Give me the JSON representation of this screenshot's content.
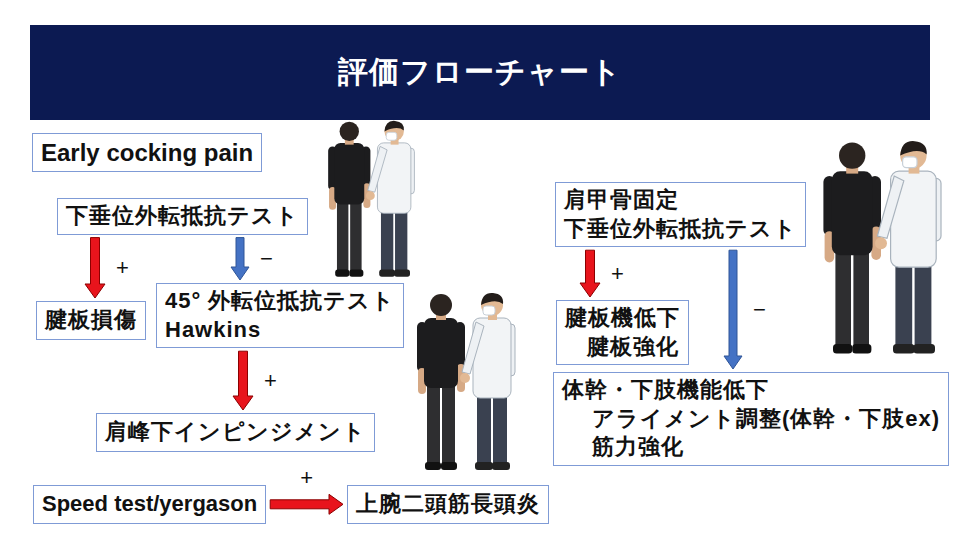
{
  "diagram": {
    "title": "評価フローチャート",
    "nodes": [
      {
        "text": [
          "Early cocking pain"
        ]
      },
      {
        "text": [
          "下垂位外転抵抗テスト"
        ]
      },
      {
        "text": [
          "腱板損傷"
        ]
      },
      {
        "text": [
          "45° 外転位抵抗テスト",
          "Hawkins"
        ]
      },
      {
        "text": [
          "肩峰下インピンジメント"
        ]
      },
      {
        "text": [
          "Speed test/yergason"
        ]
      },
      {
        "text": [
          "上腕二頭筋長頭炎"
        ]
      },
      {
        "text": [
          "肩甲骨固定 下垂位外転抵抗テスト"
        ]
      },
      {
        "text": [
          "腱板機低下",
          "腱板強化"
        ]
      },
      {
        "text": [
          "体幹・下肢機能低下",
          "アライメント調整(体幹・下肢ex)",
          "筋力強化"
        ]
      }
    ],
    "edges": [
      {
        "from": 1,
        "to": 2,
        "label": "+",
        "arrow": "to"
      },
      {
        "from": 1,
        "to": 3,
        "label": "−",
        "arrow": "to"
      },
      {
        "from": 3,
        "to": 4,
        "label": "+",
        "arrow": "to"
      },
      {
        "from": 5,
        "to": 6,
        "label": "+",
        "arrow": "to"
      },
      {
        "from": 7,
        "to": 8,
        "label": "+",
        "arrow": "to"
      },
      {
        "from": 7,
        "to": 9,
        "label": "−",
        "arrow": "to"
      }
    ]
  }
}
